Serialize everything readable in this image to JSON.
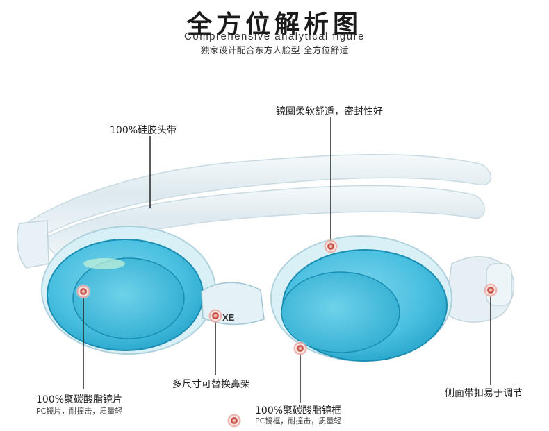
{
  "header": {
    "title": "全方位解析图",
    "subtitle_en": "Comprehensive analytical figure",
    "subtitle_cn": "独家设计配合东方人脸型-全方位舒适"
  },
  "product_logo_text": "XE",
  "callouts": {
    "strap": {
      "label": "100%硅胶头带"
    },
    "gasket": {
      "label": "镜圈柔软舒适，密封性好"
    },
    "lens": {
      "label": "100%聚碳酸脂镜片",
      "detail": "PC镜片，耐撞击，质量轻"
    },
    "nose_bridge": {
      "label": "多尺寸可替换鼻架"
    },
    "frame": {
      "label": "100%聚碳酸脂镜框",
      "detail": "PC镜框，耐撞击，质量轻"
    },
    "buckle": {
      "label": "侧面带扣易于调节"
    }
  },
  "colors": {
    "lens": "#4fc3e0",
    "lens_dark": "#1f9fc7",
    "strap": "#e6f0f4",
    "marker": "#c0392b"
  }
}
